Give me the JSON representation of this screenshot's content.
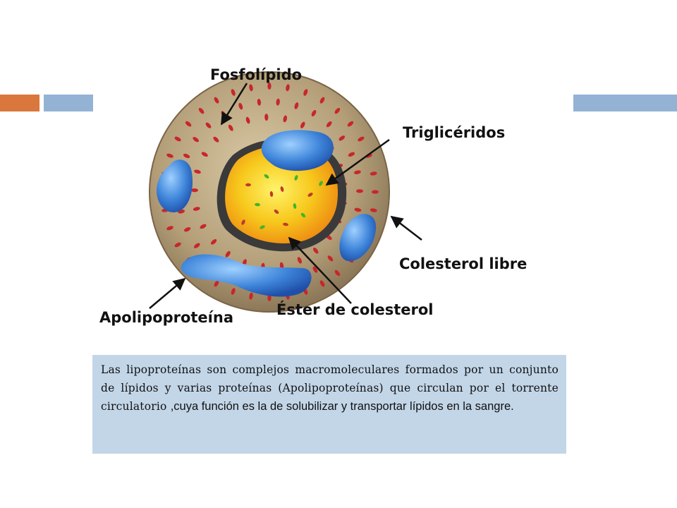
{
  "labels": {
    "phospholipid": "Fosfolípido",
    "triglycerides": "Triglicéridos",
    "free_cholesterol": "Colesterol libre",
    "apolipoprotein": "Apolipoproteína",
    "cholesterol_ester": "Éster de colesterol"
  },
  "description": {
    "part_serif": "Las lipoproteínas son complejos macromoleculares formados por un conjunto de lípidos y varias proteínas (Apolipoproteínas)  que circulan por el torrente circulatorio ",
    "part_sans": ",cuya función es la de solubilizar y transportar lípidos en la sangre."
  },
  "colors": {
    "accent_orange": "#d9773d",
    "accent_blue": "#94b3d4",
    "textbox_bg": "#c3d6e8",
    "apoprotein_blue": "#3d84d9",
    "core_yellow": "#f5c518"
  }
}
